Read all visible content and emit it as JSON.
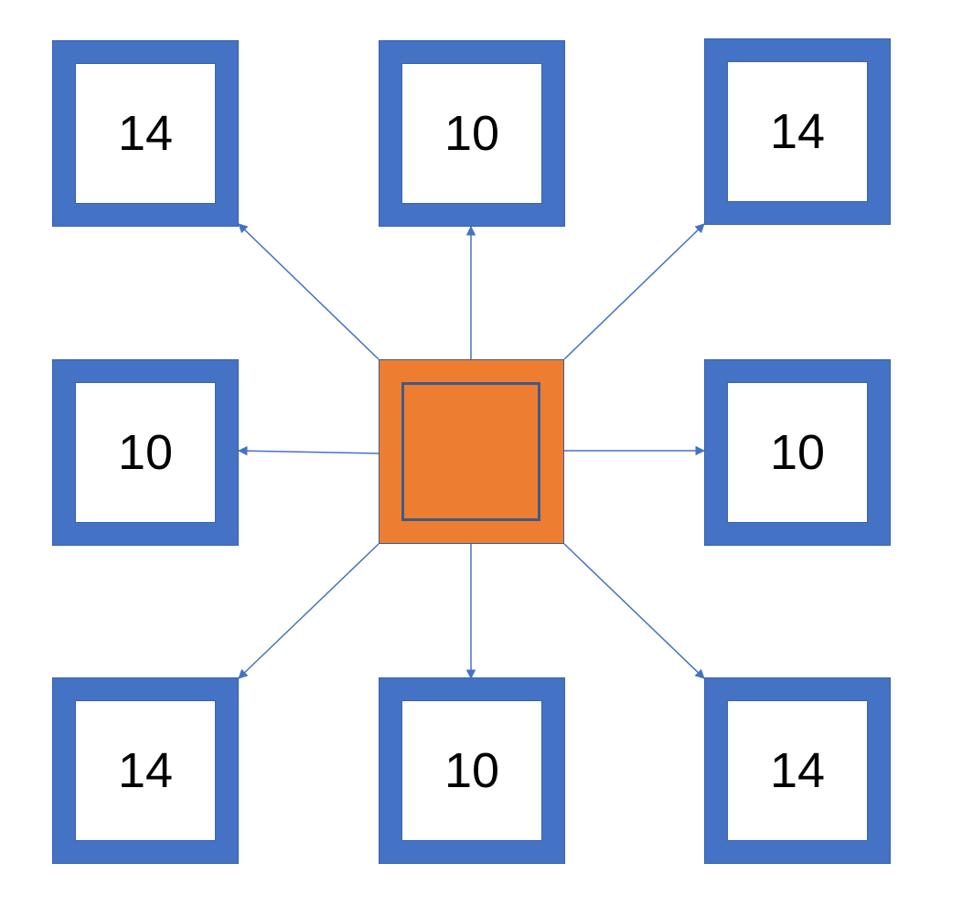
{
  "colors": {
    "cell_border": "#4472c4",
    "center_fill": "#ed7d31",
    "arrow": "#4472c4"
  },
  "grid": {
    "top_left": "14",
    "top_center": "10",
    "top_right": "14",
    "middle_left": "10",
    "middle_right": "10",
    "bottom_left": "14",
    "bottom_center": "10",
    "bottom_right": "14"
  }
}
